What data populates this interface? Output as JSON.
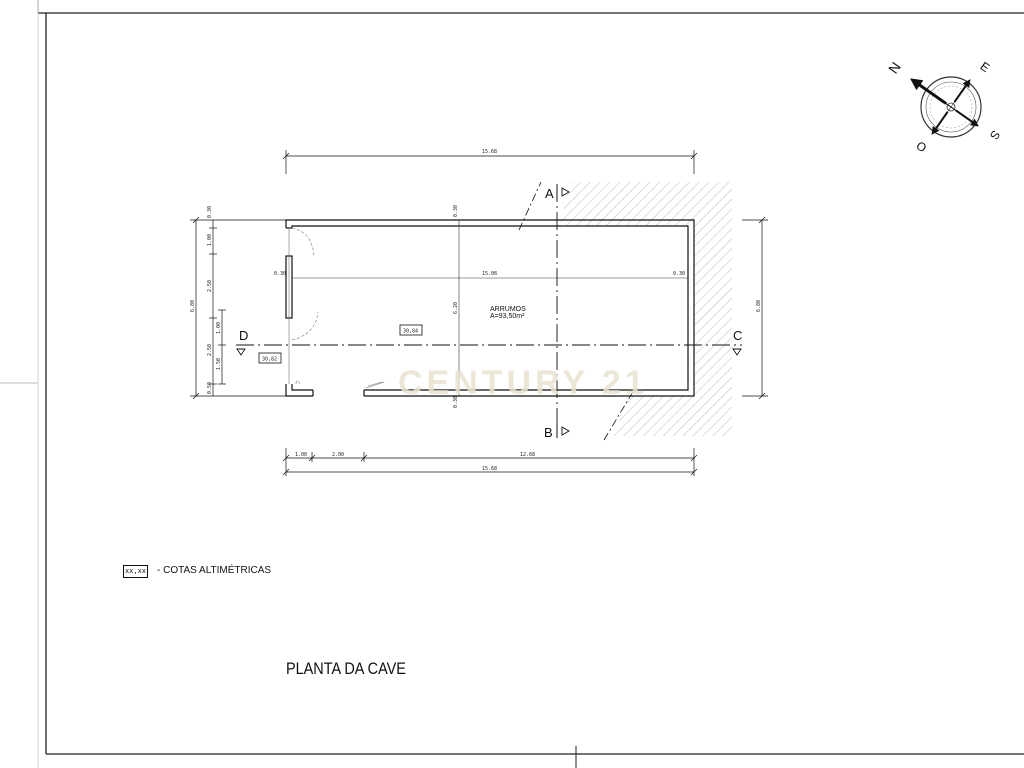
{
  "drawing": {
    "title": "PLANTA DA CAVE",
    "watermark": "CENTURY 21",
    "legend": {
      "symbol": "xx,xx",
      "text": "- COTAS ALTIMÉTRICAS"
    },
    "room": {
      "name": "ARRUMOS",
      "area": "A=93,50m²"
    },
    "elevations": {
      "inside": "30,84",
      "outside": "30,82"
    },
    "sections": {
      "a": "A",
      "b": "B",
      "c": "C",
      "d": "D"
    },
    "compass": {
      "n": "N",
      "e": "E",
      "s": "S",
      "o": "O"
    },
    "dims": {
      "top_total": "15.68",
      "inner_width": "15.08",
      "wall_left": "0.30",
      "wall_right": "0.30",
      "inner_height": "6.20",
      "wall_top": "0.30",
      "wall_bottom": "0.30",
      "bottom_seg1": "1.00",
      "bottom_seg2": "2.00",
      "bottom_seg3": "12.68",
      "bottom_total": "15.68",
      "left_total": "6.80",
      "left_outer_1": "0.30",
      "left_outer_2": "1.00",
      "left_outer_3": "2.50",
      "left_outer_4": "2.50",
      "left_outer_5": "0.50",
      "left_inner_1": "1.00",
      "left_inner_2": "1.50",
      "right_total": "6.80"
    }
  }
}
